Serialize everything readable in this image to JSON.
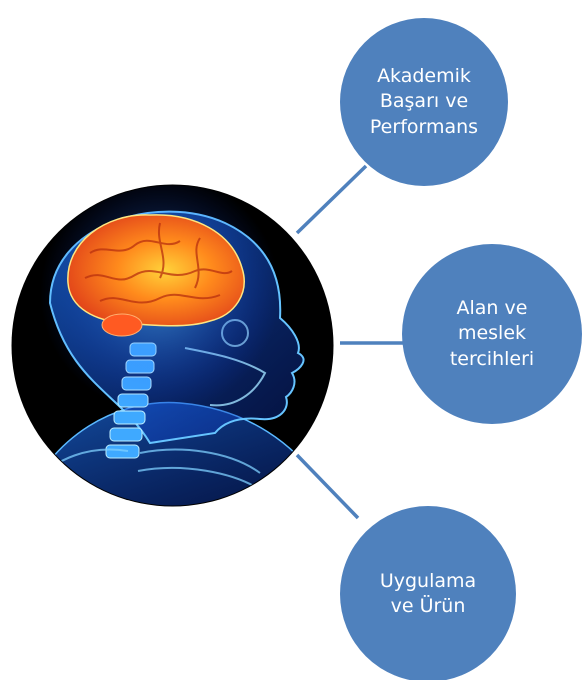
{
  "diagram": {
    "central_image": "brain-skeleton-xray",
    "colors": {
      "bubble_fill": "#4f81bd",
      "bubble_text": "#ffffff",
      "connector": "#4f81bd",
      "image_background": "#000000"
    },
    "nodes": [
      {
        "label": "Akademik\nBaşarı ve\nPerformans"
      },
      {
        "label": "Alan ve\nmeslek\ntercihleri"
      },
      {
        "label": "Uygulama\nve Ürün"
      }
    ]
  }
}
